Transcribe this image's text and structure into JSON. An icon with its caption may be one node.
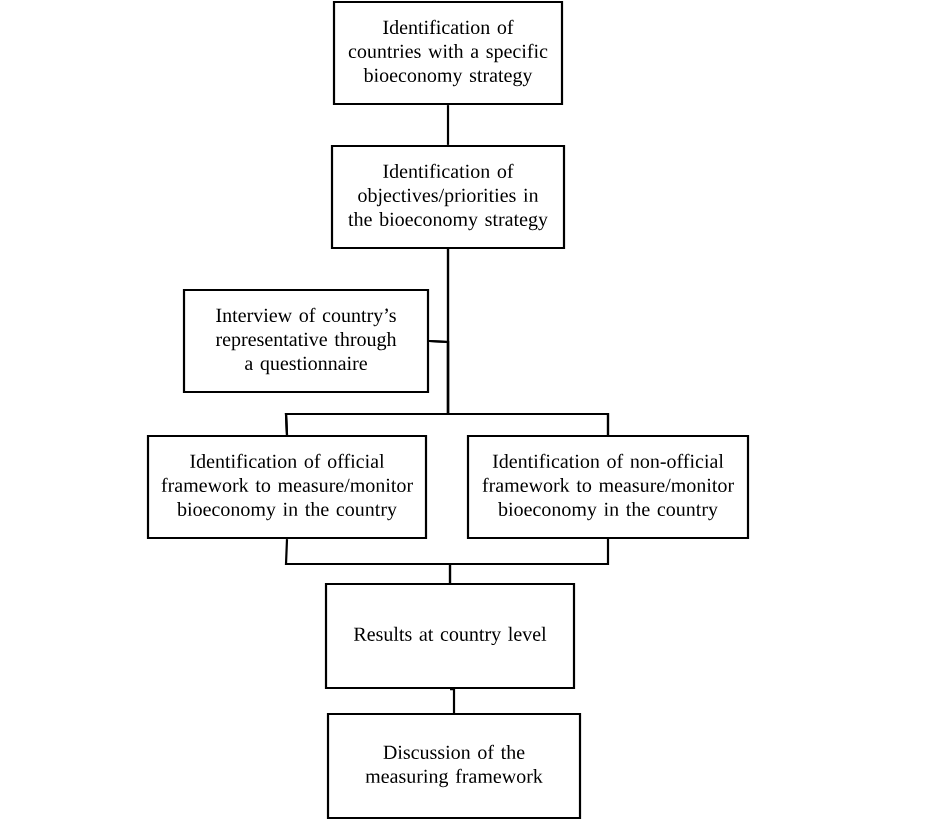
{
  "diagram": {
    "nodes": [
      {
        "text": [
          "Identification of countries with a specific bioeconomy strategy"
        ]
      },
      {
        "text": [
          "Identification of objectives/priorities in the bioeconomy strategy"
        ]
      },
      {
        "text": [
          "Interview of country’s representative through a questionnaire"
        ]
      },
      {
        "text": [
          "Identification of official framework to measure/monitor bioeconomy in the country"
        ]
      },
      {
        "text": [
          "Identification of non-official framework to measure/monitor bioeconomy in the country"
        ]
      },
      {
        "text": [
          "Results at country level"
        ]
      },
      {
        "text": [
          "Discussion of the measuring framework"
        ]
      }
    ],
    "edges": [
      {
        "from": 0,
        "to": 1,
        "arrow": "none"
      },
      {
        "from": 1,
        "to": 3,
        "arrow": "none"
      },
      {
        "from": 1,
        "to": 4,
        "arrow": "none"
      },
      {
        "from": 2,
        "to": 3,
        "arrow": "none"
      },
      {
        "from": 2,
        "to": 4,
        "arrow": "none"
      },
      {
        "from": 3,
        "to": 5,
        "arrow": "none"
      },
      {
        "from": 4,
        "to": 5,
        "arrow": "none"
      },
      {
        "from": 5,
        "to": 6,
        "arrow": "none"
      }
    ]
  }
}
